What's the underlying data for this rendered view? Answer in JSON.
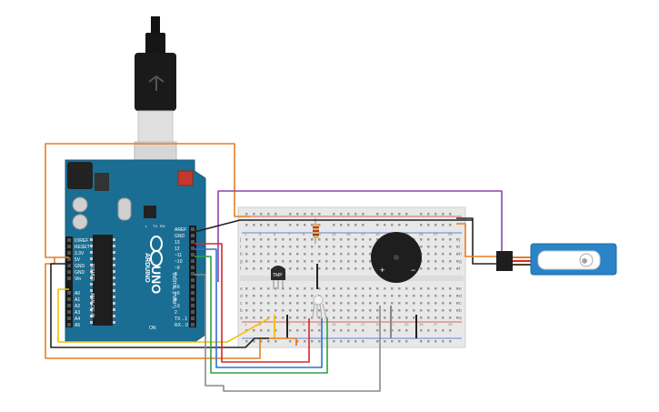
{
  "arduino": {
    "logo": "UNO",
    "brand": "ARDUINO",
    "board_color": "#1b6e93",
    "power_labels": [
      "IOREF",
      "RESET",
      "3.3V",
      "5V",
      "GND",
      "GND",
      "Vin"
    ],
    "analog_labels": [
      "A0",
      "A1",
      "A2",
      "A3",
      "A4",
      "A5"
    ],
    "digital_labels": [
      "AREF",
      "GND",
      "13",
      "12",
      "~11",
      "~10",
      "~9",
      "8",
      "7",
      "~6",
      "~5",
      "4",
      "~3",
      "2",
      "TX→1",
      "RX←0"
    ],
    "section_power": "POWER",
    "section_analog": "ANALOG IN",
    "section_digital": "DIGITAL (PWM~)",
    "led_labels": [
      "L",
      "TX",
      "RX"
    ],
    "on_label": "ON"
  },
  "breadboard": {
    "row_letters": [
      "a",
      "b",
      "c",
      "d",
      "e",
      "f",
      "g",
      "h",
      "i",
      "j"
    ],
    "column_numbers": [
      "1",
      "3",
      "5",
      "7",
      "9",
      "11",
      "13",
      "15",
      "17",
      "19",
      "21",
      "23",
      "25",
      "27",
      "29"
    ]
  },
  "components": {
    "temp_sensor_label": "TMP",
    "buzzer_plus": "+",
    "buzzer_minus": "−",
    "servo_center": "⊕"
  },
  "wire_colors": {
    "orange": "#e67e22",
    "purple": "#8e44ad",
    "black": "#222222",
    "red": "#d62828",
    "blue": "#2f6fd6",
    "green": "#2ea043",
    "gray": "#8a8a8a",
    "yellow": "#f2c200"
  }
}
